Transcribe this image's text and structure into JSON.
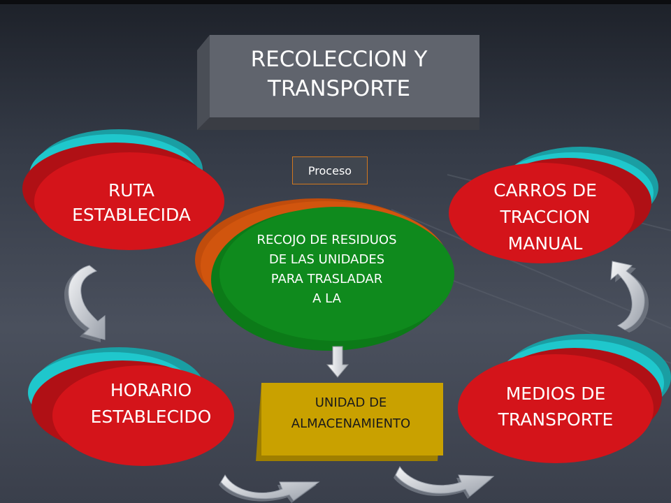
{
  "title": "RECOLECCION Y\nTRANSPORTE",
  "process_tag": "Proceso",
  "nodes": {
    "ruta": "RUTA\nESTABLECIDA",
    "horario": "HORARIO\nESTABLECIDO",
    "carros": "CARROS DE\nTRACCION\nMANUAL",
    "medios": "MEDIOS DE\nTRANSPORTE",
    "recojo": "RECOJO DE RESIDUOS\nDE LAS UNIDADES\nPARA  TRASLADAR\nA LA",
    "unidad": "UNIDAD DE\nALMACENAMIENTO"
  },
  "colors": {
    "ellipse_red": "#d4141a",
    "ellipse_cyan": "#1fc7cc",
    "center_green": "#0f8a1d",
    "center_orange": "#d1550e",
    "box_gold": "#c9a100",
    "title_box": "#60646d",
    "proceso_border": "#d2781e",
    "arrow_fill": "#dcdfe4"
  }
}
